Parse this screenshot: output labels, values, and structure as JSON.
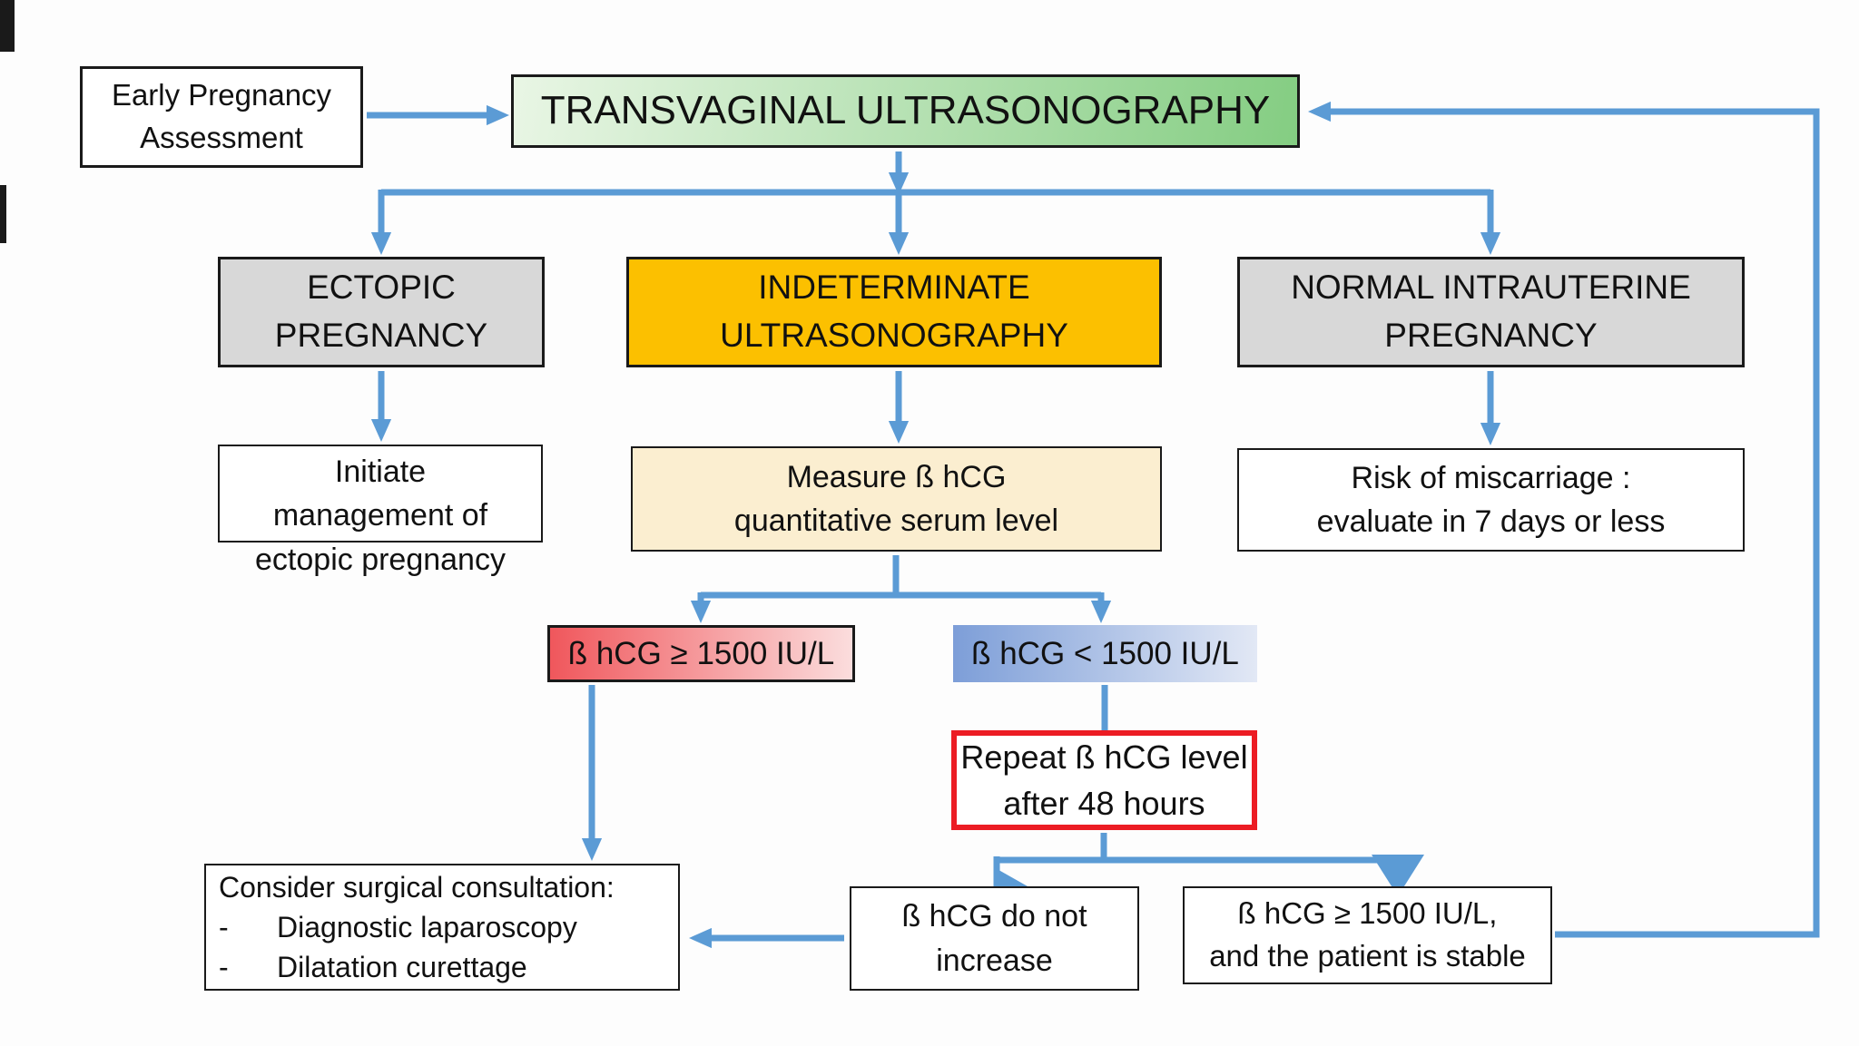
{
  "diagram": {
    "type": "flowchart",
    "topic": "Early pregnancy assessment with transvaginal ultrasonography",
    "colors": {
      "arrow": "#5b9bd5",
      "box-border": "#1a1a1a",
      "gray-fill": "#d8d8d8",
      "amber-fill": "#fcc000",
      "cream-fill": "#fbeed0",
      "green-grad-start": "#e9f6e5",
      "green-grad-end": "#84cd82",
      "red-grad-start": "#f0575c",
      "red-grad-end": "#fbdddd",
      "blue-grad-start": "#7d9ed8",
      "blue-grad-end": "#e2e8f5",
      "repeat-border": "#ec1c24",
      "text": "#111111"
    },
    "nodes": {
      "early": {
        "lines": [
          "Early Pregnancy",
          "Assessment"
        ]
      },
      "tvus": {
        "lines": [
          "TRANSVAGINAL ULTRASONOGRAPHY"
        ]
      },
      "ectopic": {
        "lines": [
          "ECTOPIC",
          "PREGNANCY"
        ]
      },
      "indeterminate": {
        "lines": [
          "INDETERMINATE",
          "ULTRASONOGRAPHY"
        ]
      },
      "normal": {
        "lines": [
          "NORMAL INTRAUTERINE",
          "PREGNANCY"
        ]
      },
      "initiate": {
        "lines": [
          "Initiate",
          "management of",
          "ectopic pregnancy"
        ]
      },
      "measure": {
        "lines": [
          "Measure ß hCG",
          "quantitative serum level"
        ]
      },
      "risk": {
        "lines": [
          "Risk of miscarriage :",
          "evaluate in 7 days or less"
        ]
      },
      "hcg_high": {
        "lines": [
          "ß hCG ≥ 1500 IU/L"
        ]
      },
      "hcg_low": {
        "lines": [
          "ß hCG < 1500 IU/L"
        ]
      },
      "repeat": {
        "lines": [
          "Repeat ß hCG level",
          "after 48 hours"
        ]
      },
      "consider": {
        "title": "Consider surgical consultation:",
        "bullet_marker": "-",
        "bullets": [
          "Diagnostic laparoscopy",
          "Dilatation curettage"
        ]
      },
      "no_increase": {
        "lines": [
          "ß hCG do not",
          "increase"
        ]
      },
      "stable": {
        "lines": [
          "ß hCG ≥ 1500 IU/L,",
          "and the patient is stable"
        ]
      }
    }
  }
}
